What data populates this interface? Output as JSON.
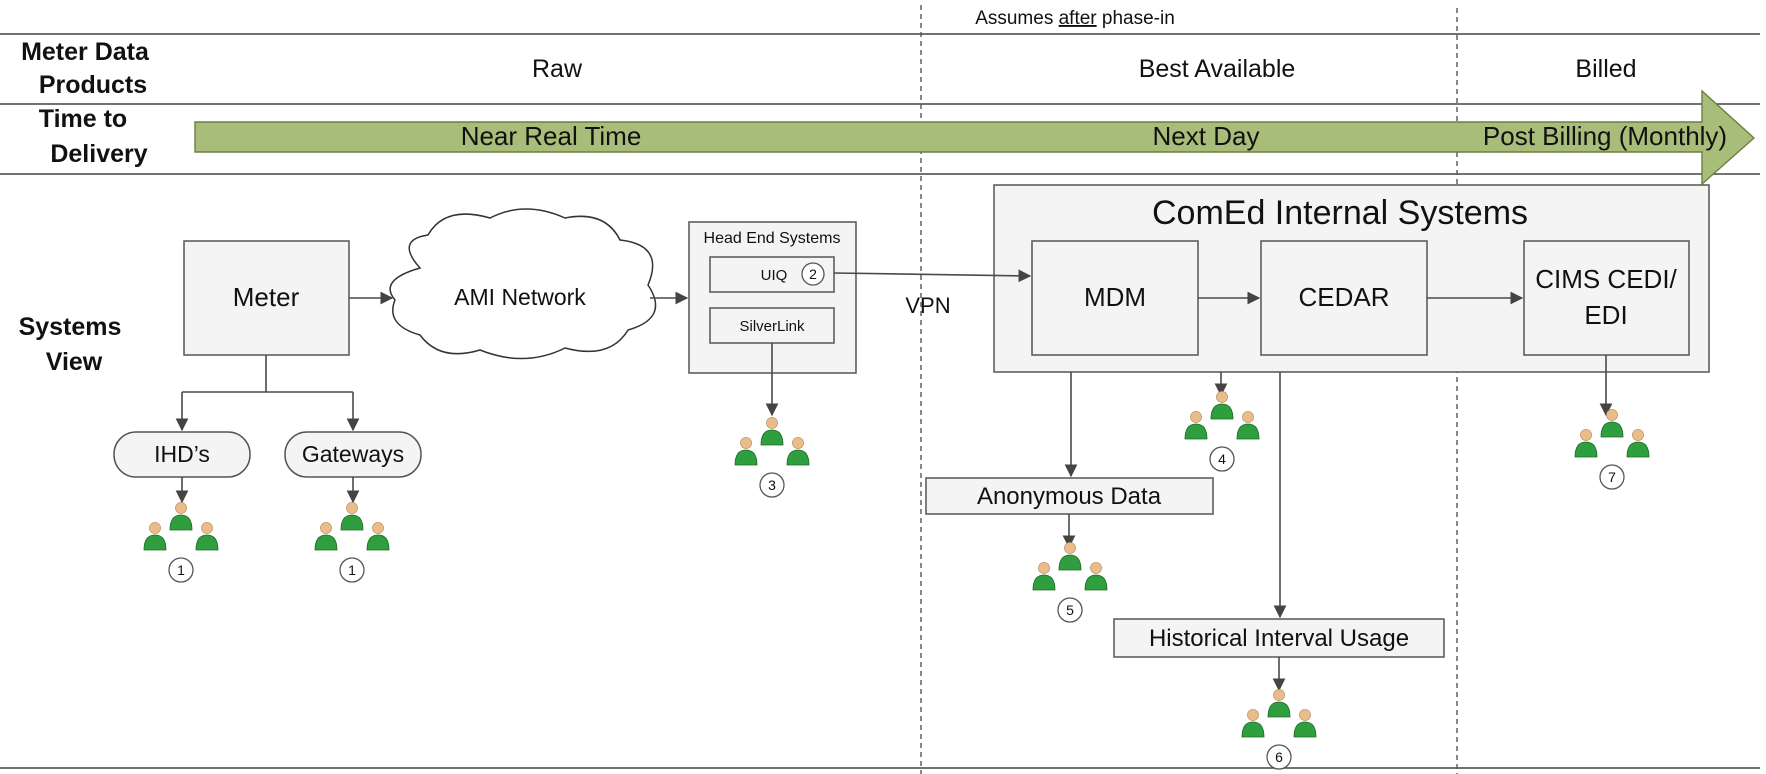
{
  "header": {
    "note_prefix": "Assumes ",
    "note_underlined": "after",
    "note_suffix": " phase-in"
  },
  "rows": {
    "products_line1": "Meter Data",
    "products_line2": "Products",
    "delivery_line1": "Time to",
    "delivery_line2": "Delivery",
    "systems_line1": "Systems",
    "systems_line2": "View"
  },
  "products": {
    "raw": "Raw",
    "best": "Best Available",
    "billed": "Billed"
  },
  "timeline": {
    "near_real_time": "Near Real Time",
    "next_day": "Next Day",
    "post_billing": "Post Billing (Monthly)"
  },
  "nodes": {
    "meter": "Meter",
    "ami_network": "AMI Network",
    "head_end_title": "Head End Systems",
    "uiq": "UIQ",
    "uiq_badge": "2",
    "silverlink": "SilverLink",
    "vpn": "VPN",
    "internal_title": "ComEd Internal Systems",
    "mdm": "MDM",
    "cedar": "CEDAR",
    "cims_line1": "CIMS CEDI/",
    "cims_line2": "EDI",
    "ihds": "IHD’s",
    "gateways": "Gateways",
    "anonymous_data": "Anonymous Data",
    "historical_usage": "Historical Interval Usage"
  },
  "user_groups": {
    "ihds": "1",
    "gateways": "1",
    "head_end": "3",
    "cedar": "4",
    "anonymous": "5",
    "historical": "6",
    "cims": "7"
  },
  "colors": {
    "timeline_fill": "#a9bd7a",
    "timeline_stroke": "#6d7f40",
    "user_green": "#2e9e3e",
    "user_skin": "#e9bc8a"
  }
}
